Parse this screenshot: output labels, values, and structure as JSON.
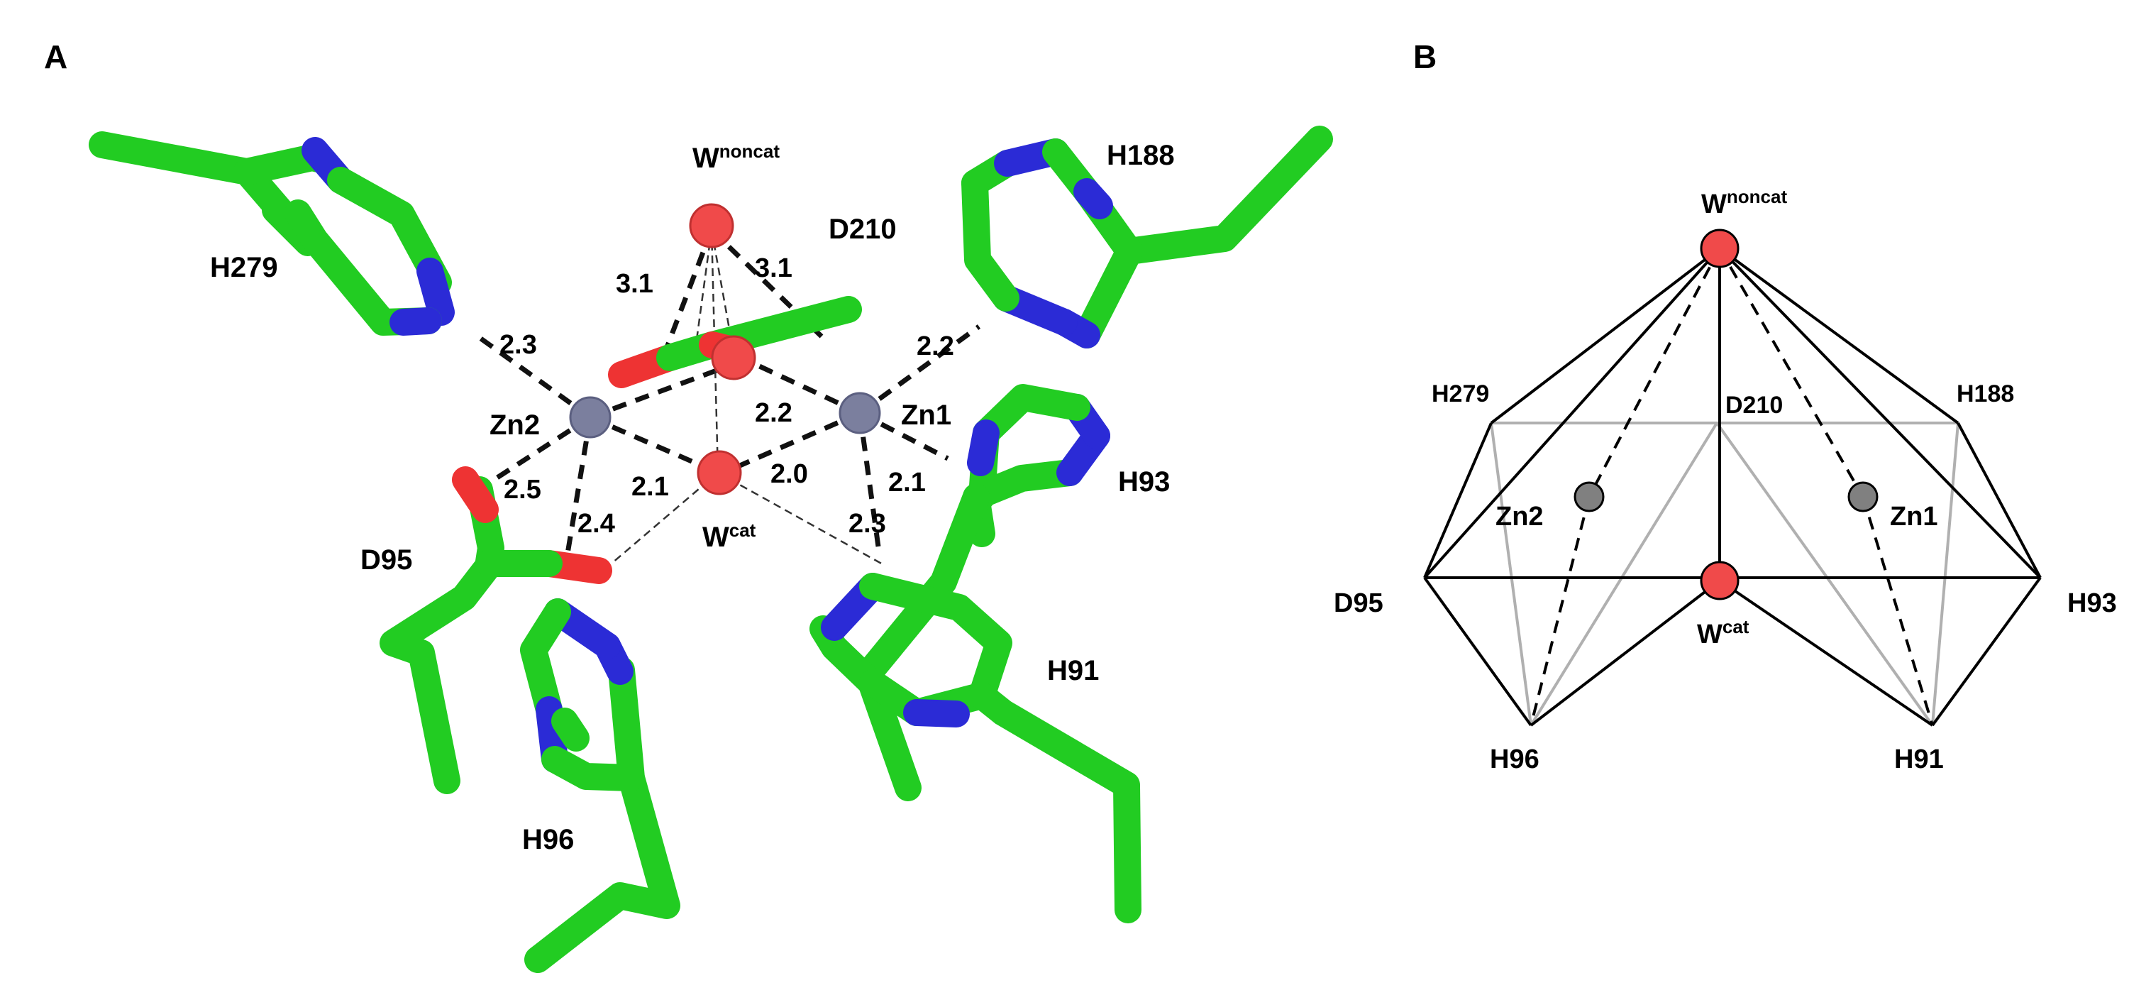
{
  "panels": {
    "a": "A",
    "b": "B"
  },
  "colors": {
    "carbon": "#22cc22",
    "nitrogen": "#2b2bd6",
    "oxygen": "#ee3333",
    "zinc": "#7b7f9e",
    "water": "#f04a4a",
    "zinc_schematic": "#808080",
    "edge_front": "#000000",
    "edge_back": "#b0b0b0"
  },
  "structure": {
    "residues": {
      "h279": "H279",
      "h188": "H188",
      "d210": "D210",
      "h93": "H93",
      "d95": "D95",
      "h96": "H96",
      "h91": "H91"
    },
    "metals": {
      "zn1": "Zn1",
      "zn2": "Zn2"
    },
    "waters": {
      "noncat_base": "W",
      "noncat_sup": "noncat",
      "cat_base": "W",
      "cat_sup": "cat"
    },
    "distances": {
      "d_3_1_left": "3.1",
      "d_3_1_right": "3.1",
      "d_2_3_top": "2.3",
      "d_2_2_right": "2.2",
      "d_2_2_mid": "2.2",
      "d_2_5": "2.5",
      "d_2_1_left": "2.1",
      "d_2_0": "2.0",
      "d_2_1_right": "2.1",
      "d_2_4": "2.4",
      "d_2_3_bottom": "2.3"
    }
  },
  "schematic": {
    "vertices": {
      "h279": "H279",
      "d210": "D210",
      "h188": "H188",
      "d95": "D95",
      "h93": "H93",
      "h96": "H96",
      "h91": "H91"
    },
    "metals": {
      "zn2": "Zn2",
      "zn1": "Zn1"
    },
    "waters": {
      "noncat_base": "W",
      "noncat_sup": "noncat",
      "cat_base": "W",
      "cat_sup": "cat"
    }
  }
}
